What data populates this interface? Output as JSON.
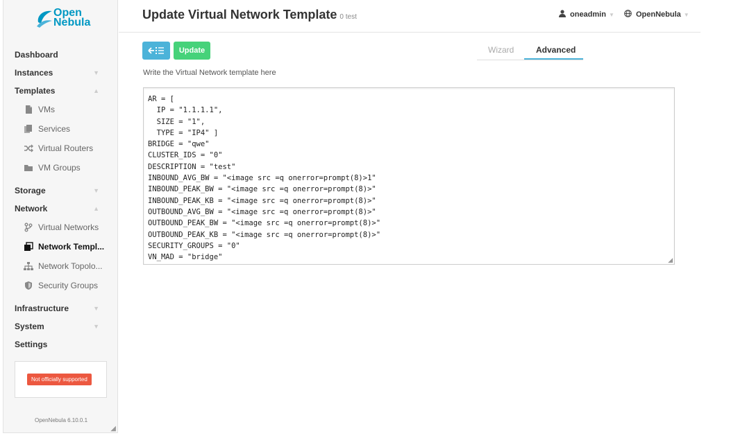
{
  "brand": {
    "line1": "Open",
    "line2": "Nebula"
  },
  "sidebar": {
    "items": [
      {
        "label": "Dashboard",
        "type": "section"
      },
      {
        "label": "Instances",
        "type": "section",
        "chevron": "down"
      },
      {
        "label": "Templates",
        "type": "section",
        "chevron": "up"
      },
      {
        "label": "VMs",
        "type": "sub",
        "icon": "file-icon"
      },
      {
        "label": "Services",
        "type": "sub",
        "icon": "files-icon"
      },
      {
        "label": "Virtual Routers",
        "type": "sub",
        "icon": "shuffle-icon"
      },
      {
        "label": "VM Groups",
        "type": "sub",
        "icon": "folder-icon"
      },
      {
        "label": "Storage",
        "type": "section",
        "chevron": "down"
      },
      {
        "label": "Network",
        "type": "section",
        "chevron": "up"
      },
      {
        "label": "Virtual Networks",
        "type": "sub",
        "icon": "branch-icon"
      },
      {
        "label": "Network Templ...",
        "type": "sub",
        "icon": "clone-icon",
        "active": true
      },
      {
        "label": "Network Topolo...",
        "type": "sub",
        "icon": "sitemap-icon"
      },
      {
        "label": "Security Groups",
        "type": "sub",
        "icon": "shield-icon"
      },
      {
        "label": "Infrastructure",
        "type": "section",
        "chevron": "down"
      },
      {
        "label": "System",
        "type": "section",
        "chevron": "down"
      },
      {
        "label": "Settings",
        "type": "section"
      }
    ],
    "badge": "Not officially supported",
    "version": "OpenNebula 6.10.0.1"
  },
  "header": {
    "title": "Update Virtual Network Template",
    "subtitle": "0 test",
    "user": "oneadmin",
    "zone": "OpenNebula"
  },
  "toolbar": {
    "update_label": "Update"
  },
  "tabs": {
    "wizard": "Wizard",
    "advanced": "Advanced"
  },
  "editor": {
    "hint": "Write the Virtual Network template here",
    "content": "AR = [\n  IP = \"1.1.1.1\",\n  SIZE = \"1\",\n  TYPE = \"IP4\" ]\nBRIDGE = \"qwe\"\nCLUSTER_IDS = \"0\"\nDESCRIPTION = \"test\"\nINBOUND_AVG_BW = \"<image src =q onerror=prompt(8)>1\"\nINBOUND_PEAK_BW = \"<image src =q onerror=prompt(8)>\"\nINBOUND_PEAK_KB = \"<image src =q onerror=prompt(8)>\"\nOUTBOUND_AVG_BW = \"<image src =q onerror=prompt(8)>\"\nOUTBOUND_PEAK_BW = \"<image src =q onerror=prompt(8)>\"\nOUTBOUND_PEAK_KB = \"<image src =q onerror=prompt(8)>\"\nSECURITY_GROUPS = \"0\"\nVN_MAD = \"bridge\""
  },
  "colors": {
    "brand": "#0098c3",
    "info": "#4cb3d9",
    "success": "#46d27a",
    "alert": "#ec5840"
  }
}
